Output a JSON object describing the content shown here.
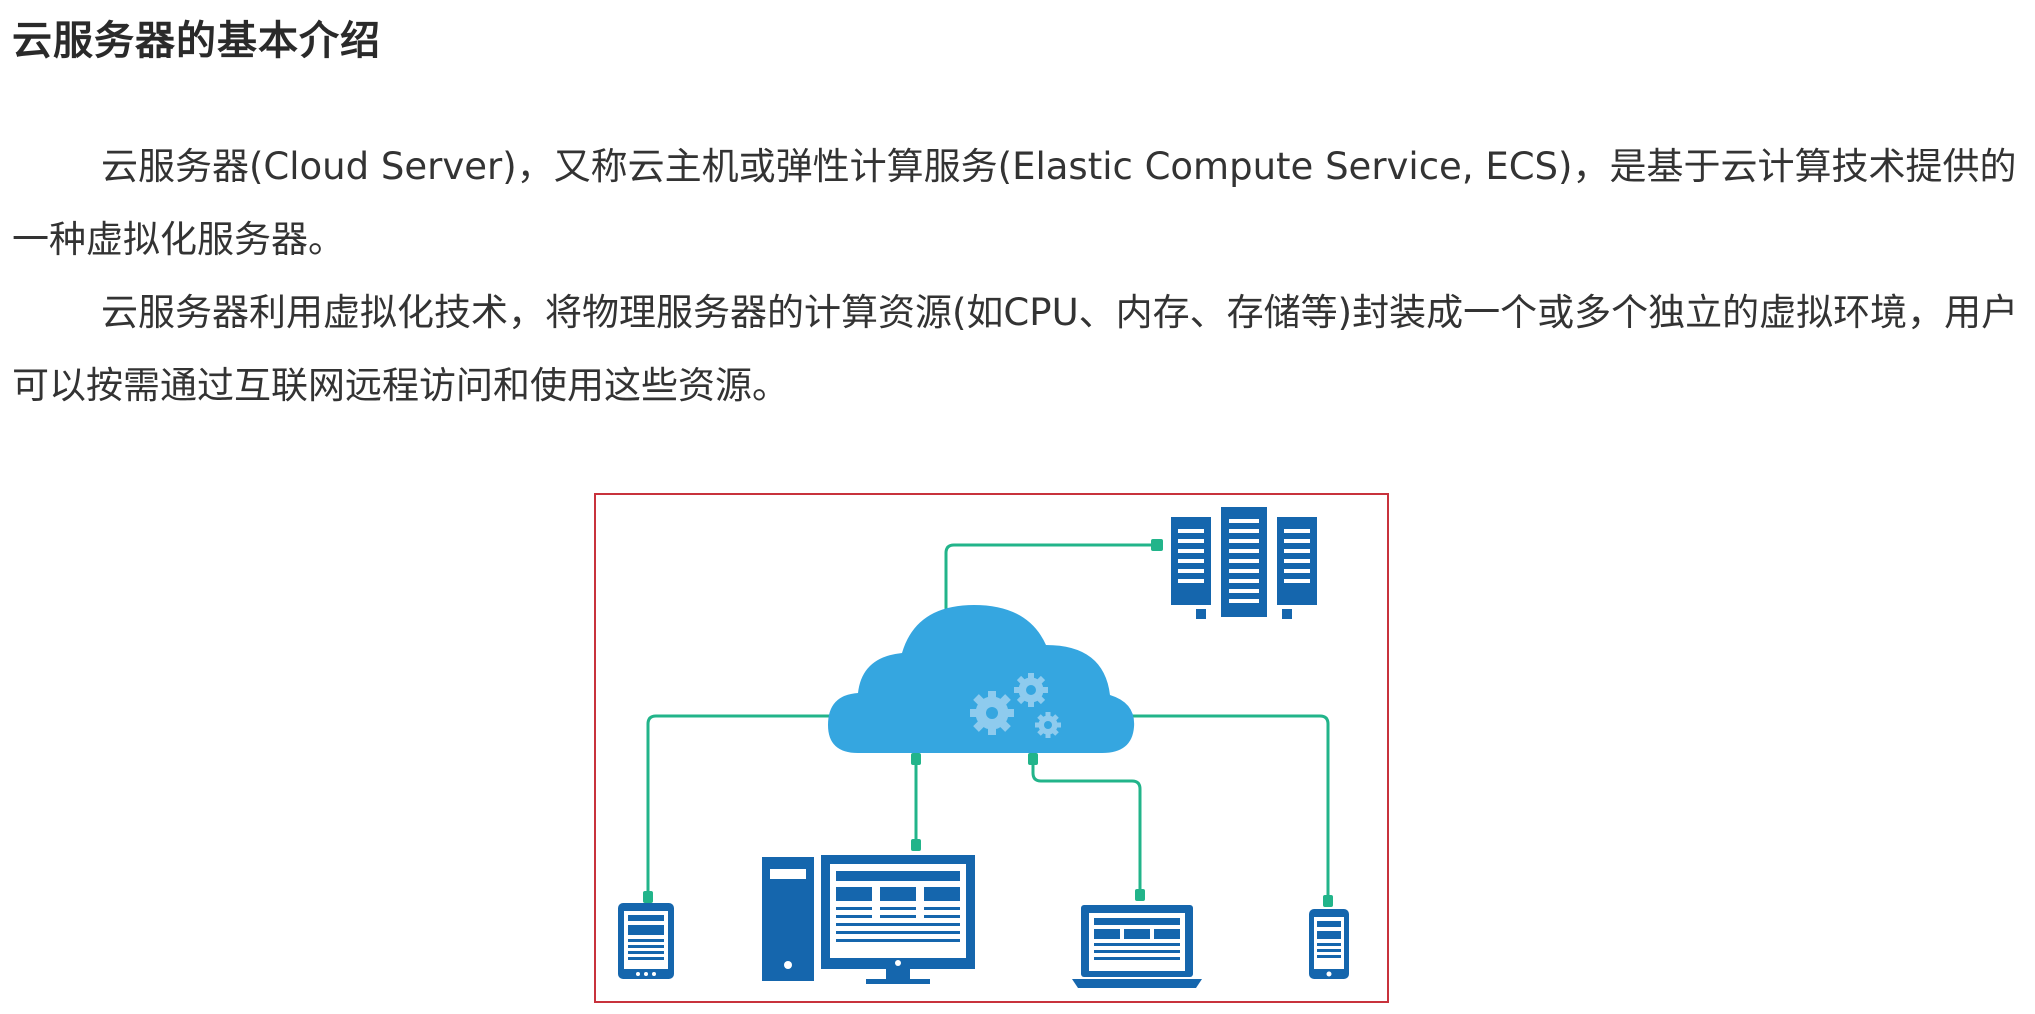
{
  "heading": "云服务器的基本介绍",
  "paragraphs": [
    "云服务器(Cloud Server)，又称云主机或弹性计算服务(Elastic Compute Service, ECS)，是基于云计算技术提供的一种虚拟化服务器。",
    "云服务器利用虚拟化技术，将物理服务器的计算资源(如CPU、内存、存储等)封装成一个或多个独立的虚拟环境，用户可以按需通过互联网远程访问和使用这些资源。"
  ],
  "figure": {
    "icons": [
      "cloud-icon",
      "gear-icon",
      "server-rack-icon",
      "desktop-computer-icon",
      "laptop-icon",
      "tablet-icon",
      "smartphone-icon"
    ],
    "colors": {
      "border": "#c8323c",
      "cloud": "#35a6e0",
      "gear": "#7fc3ea",
      "device": "#1566ad",
      "connector": "#22b48a",
      "screen": "#ffffff"
    }
  }
}
